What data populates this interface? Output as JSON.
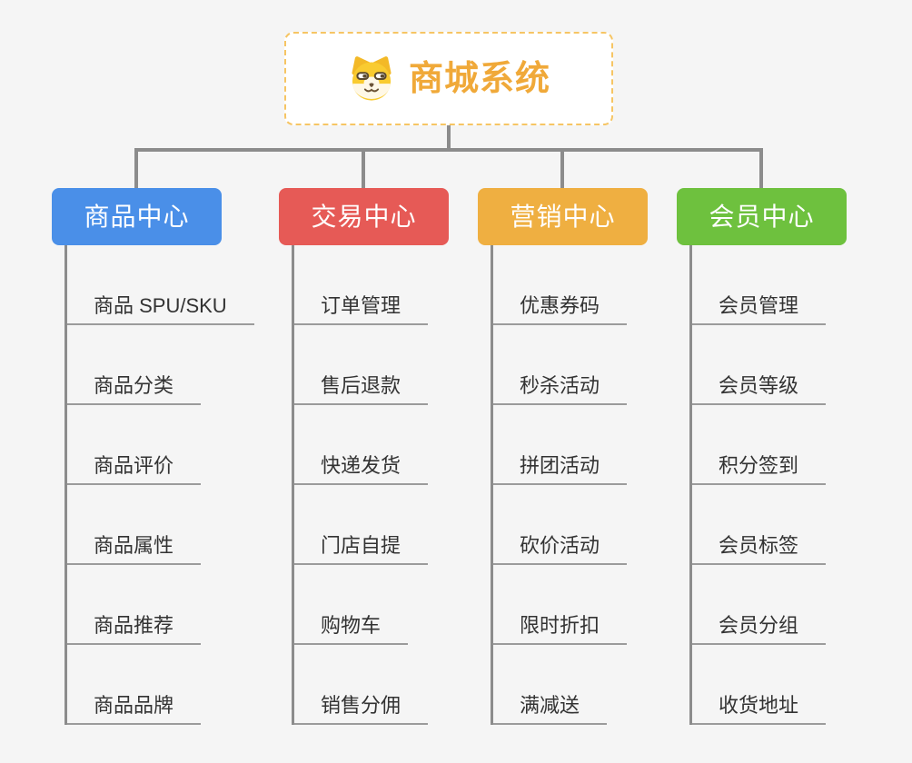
{
  "page": {
    "background": "#F5F5F5",
    "connector_color": "#8C8C8C",
    "leaf_line_color": "#9B9B9B",
    "leaf_text_color": "#333333"
  },
  "root": {
    "title": "商城系统",
    "icon": "dog-face",
    "title_color": "#F0A939",
    "border_color": "#F6C564"
  },
  "branches": [
    {
      "label": "商品中心",
      "color": "#4A8FE8",
      "items": [
        "商品 SPU/SKU",
        "商品分类",
        "商品评价",
        "商品属性",
        "商品推荐",
        "商品品牌"
      ]
    },
    {
      "label": "交易中心",
      "color": "#E65A56",
      "items": [
        "订单管理",
        "售后退款",
        "快递发货",
        "门店自提",
        "购物车",
        "销售分佣"
      ]
    },
    {
      "label": "营销中心",
      "color": "#EFAF41",
      "items": [
        "优惠券码",
        "秒杀活动",
        "拼团活动",
        "砍价活动",
        "限时折扣",
        "满减送"
      ]
    },
    {
      "label": "会员中心",
      "color": "#6EC13E",
      "items": [
        "会员管理",
        "会员等级",
        "积分签到",
        "会员标签",
        "会员分组",
        "收货地址"
      ]
    }
  ]
}
